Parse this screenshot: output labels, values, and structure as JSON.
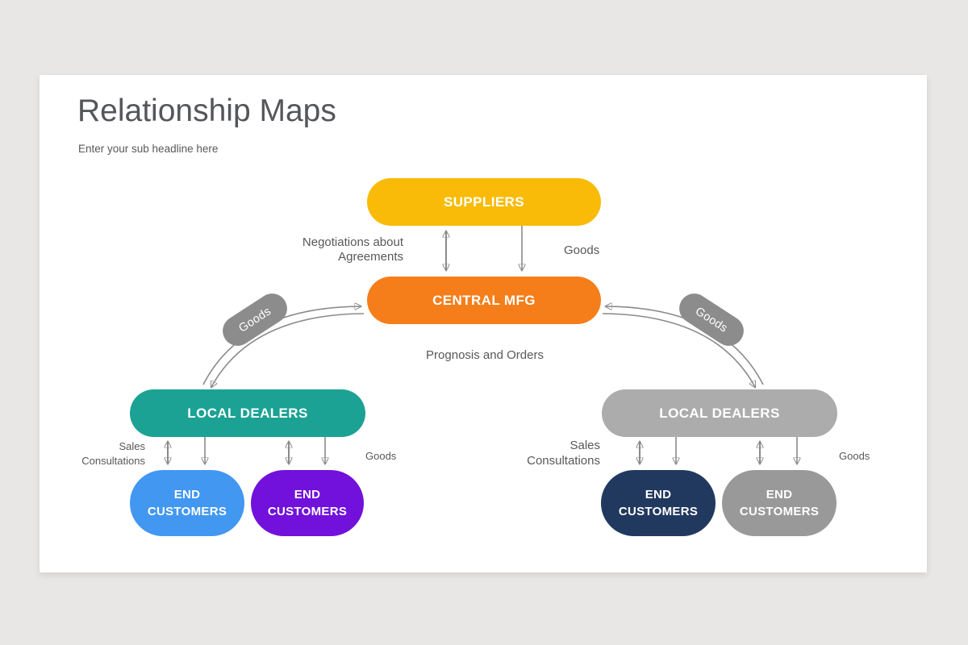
{
  "slide": {
    "title": "Relationship Maps",
    "subtitle": "Enter your sub headline here"
  },
  "diagram": {
    "nodes": {
      "suppliers": {
        "label": "SUPPLIERS",
        "color": "#f9bb07"
      },
      "central_mfg": {
        "label": "CENTRAL MFG",
        "color": "#f57e1b"
      },
      "local_dealers_left": {
        "label": "LOCAL DEALERS",
        "color": "#1ba294"
      },
      "local_dealers_right": {
        "label": "LOCAL DEALERS",
        "color": "#acacac"
      },
      "end_customers_left_1": {
        "label": "END\nCUSTOMERS",
        "color": "#4297f1"
      },
      "end_customers_left_2": {
        "label": "END\nCUSTOMERS",
        "color": "#7111db"
      },
      "end_customers_right_1": {
        "label": "END\nCUSTOMERS",
        "color": "#21395f"
      },
      "end_customers_right_2": {
        "label": "END\nCUSTOMERS",
        "color": "#999999"
      }
    },
    "labels": {
      "negotiations": "Negotiations about\nAgreements",
      "goods_suppliers": "Goods",
      "prognosis": "Prognosis and Orders",
      "goods_curve_left": "Goods",
      "goods_curve_right": "Goods",
      "sales_left": "Sales\nConsultations",
      "goods_end_left": "Goods",
      "sales_right": "Sales\nConsultations",
      "goods_end_right": "Goods"
    },
    "arrow_color": "#8a8a8a",
    "goods_tag_color": "#8c8c8c"
  }
}
